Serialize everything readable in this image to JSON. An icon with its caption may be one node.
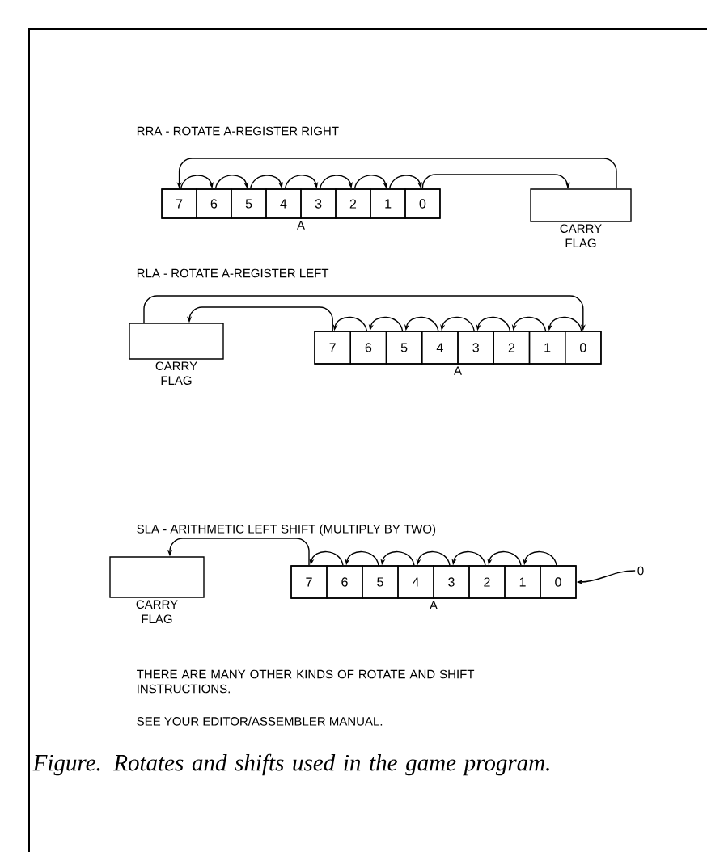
{
  "diagram": {
    "caption": "Figure. Rotates and shifts used in the game program.",
    "nodes": [
      {
        "text": [
          "A"
        ]
      },
      {
        "text": [
          "7"
        ],
        "in": 0
      },
      {
        "text": [
          "6"
        ],
        "in": 0
      },
      {
        "text": [
          "5"
        ],
        "in": 0
      },
      {
        "text": [
          "4"
        ],
        "in": 0
      },
      {
        "text": [
          "3"
        ],
        "in": 0
      },
      {
        "text": [
          "2"
        ],
        "in": 0
      },
      {
        "text": [
          "1"
        ],
        "in": 0
      },
      {
        "text": [
          "0"
        ],
        "in": 0
      },
      {
        "text": [
          "CARRY FLAG"
        ]
      },
      {
        "text": [
          "CARRY FLAG"
        ]
      },
      {
        "text": [
          "A"
        ]
      },
      {
        "text": [
          "7"
        ],
        "in": 11
      },
      {
        "text": [
          "6"
        ],
        "in": 11
      },
      {
        "text": [
          "5"
        ],
        "in": 11
      },
      {
        "text": [
          "4"
        ],
        "in": 11
      },
      {
        "text": [
          "3"
        ],
        "in": 11
      },
      {
        "text": [
          "2"
        ],
        "in": 11
      },
      {
        "text": [
          "1"
        ],
        "in": 11
      },
      {
        "text": [
          "0"
        ],
        "in": 11
      },
      {
        "text": [
          "CARRY FLAG"
        ]
      },
      {
        "text": [
          "A"
        ]
      },
      {
        "text": [
          "7"
        ],
        "in": 21
      },
      {
        "text": [
          "6"
        ],
        "in": 21
      },
      {
        "text": [
          "5"
        ],
        "in": 21
      },
      {
        "text": [
          "4"
        ],
        "in": 21
      },
      {
        "text": [
          "3"
        ],
        "in": 21
      },
      {
        "text": [
          "2"
        ],
        "in": 21
      },
      {
        "text": [
          "1"
        ],
        "in": 21
      },
      {
        "text": [
          "0"
        ],
        "in": 21
      },
      {
        "text": [
          "0"
        ]
      }
    ],
    "edges": [
      {
        "from": 1,
        "to": 2,
        "arrow": "to"
      },
      {
        "from": 2,
        "to": 3,
        "arrow": "to"
      },
      {
        "from": 3,
        "to": 4,
        "arrow": "to"
      },
      {
        "from": 4,
        "to": 5,
        "arrow": "to"
      },
      {
        "from": 5,
        "to": 6,
        "arrow": "to"
      },
      {
        "from": 6,
        "to": 7,
        "arrow": "to"
      },
      {
        "from": 7,
        "to": 8,
        "arrow": "to"
      },
      {
        "from": 8,
        "to": 9,
        "arrow": "to"
      },
      {
        "from": 9,
        "to": 1,
        "arrow": "to"
      },
      {
        "from": 19,
        "to": 18,
        "arrow": "to"
      },
      {
        "from": 18,
        "to": 17,
        "arrow": "to"
      },
      {
        "from": 17,
        "to": 16,
        "arrow": "to"
      },
      {
        "from": 16,
        "to": 15,
        "arrow": "to"
      },
      {
        "from": 15,
        "to": 14,
        "arrow": "to"
      },
      {
        "from": 14,
        "to": 13,
        "arrow": "to"
      },
      {
        "from": 13,
        "to": 12,
        "arrow": "to"
      },
      {
        "from": 12,
        "to": 10,
        "arrow": "to"
      },
      {
        "from": 10,
        "to": 19,
        "arrow": "to"
      },
      {
        "from": 29,
        "to": 28,
        "arrow": "to"
      },
      {
        "from": 28,
        "to": 27,
        "arrow": "to"
      },
      {
        "from": 27,
        "to": 26,
        "arrow": "to"
      },
      {
        "from": 26,
        "to": 25,
        "arrow": "to"
      },
      {
        "from": 25,
        "to": 24,
        "arrow": "to"
      },
      {
        "from": 24,
        "to": 23,
        "arrow": "to"
      },
      {
        "from": 23,
        "to": 22,
        "arrow": "to"
      },
      {
        "from": 22,
        "to": 20,
        "arrow": "to"
      },
      {
        "from": 30,
        "to": 29,
        "arrow": "to"
      }
    ],
    "labels": [
      "RRA - ROTATE A-REGISTER RIGHT",
      "RLA - ROTATE A-REGISTER LEFT",
      "SLA - ARITHMETIC LEFT SHIFT (MULTIPLY BY TWO)",
      "THERE ARE MANY OTHER KINDS OF ROTATE AND SHIFT INSTRUCTIONS.",
      "SEE YOUR EDITOR/ASSEMBLER MANUAL."
    ]
  }
}
